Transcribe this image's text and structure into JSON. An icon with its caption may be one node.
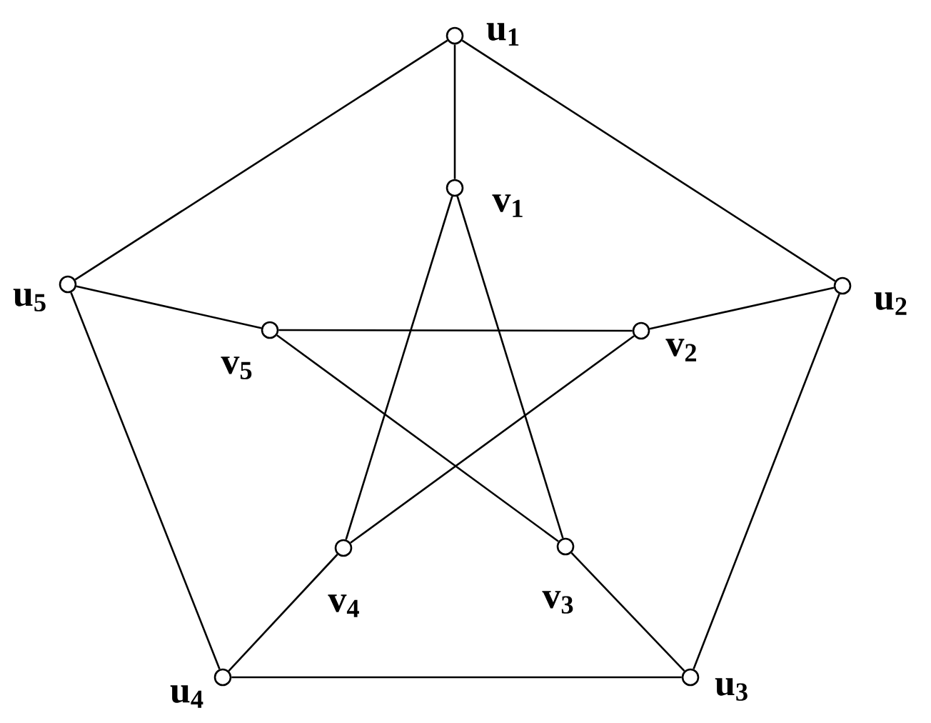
{
  "diagram": {
    "nodes": [
      {
        "text": [],
        "shape": "circle",
        "beside": [
          "u$_{1}$"
        ]
      },
      {
        "text": [],
        "shape": "circle",
        "beside": [
          "u$_{2}$"
        ]
      },
      {
        "text": [],
        "shape": "circle",
        "beside": [
          "u$_{3}$"
        ]
      },
      {
        "text": [],
        "shape": "circle",
        "beside": [
          "u$_{4}$"
        ]
      },
      {
        "text": [],
        "shape": "circle",
        "beside": [
          "u$_{5}$"
        ]
      },
      {
        "text": [],
        "shape": "circle",
        "beside": [
          "v$_{1}$"
        ]
      },
      {
        "text": [],
        "shape": "circle",
        "beside": [
          "v$_{2}$"
        ]
      },
      {
        "text": [],
        "shape": "circle",
        "beside": [
          "v$_{3}$"
        ]
      },
      {
        "text": [],
        "shape": "circle",
        "beside": [
          "v$_{4}$"
        ]
      },
      {
        "text": [],
        "shape": "circle",
        "beside": [
          "v$_{5}$"
        ]
      }
    ],
    "edges": [
      {
        "from": 0,
        "to": 1,
        "arrow": "none"
      },
      {
        "from": 1,
        "to": 2,
        "arrow": "none"
      },
      {
        "from": 2,
        "to": 3,
        "arrow": "none"
      },
      {
        "from": 3,
        "to": 4,
        "arrow": "none"
      },
      {
        "from": 4,
        "to": 0,
        "arrow": "none"
      },
      {
        "from": 0,
        "to": 5,
        "arrow": "none"
      },
      {
        "from": 1,
        "to": 6,
        "arrow": "none"
      },
      {
        "from": 2,
        "to": 7,
        "arrow": "none"
      },
      {
        "from": 3,
        "to": 8,
        "arrow": "none"
      },
      {
        "from": 4,
        "to": 9,
        "arrow": "none"
      },
      {
        "from": 5,
        "to": 7,
        "arrow": "none"
      },
      {
        "from": 7,
        "to": 9,
        "arrow": "none"
      },
      {
        "from": 9,
        "to": 6,
        "arrow": "none"
      },
      {
        "from": 6,
        "to": 8,
        "arrow": "none"
      },
      {
        "from": 8,
        "to": 5,
        "arrow": "none"
      }
    ]
  }
}
